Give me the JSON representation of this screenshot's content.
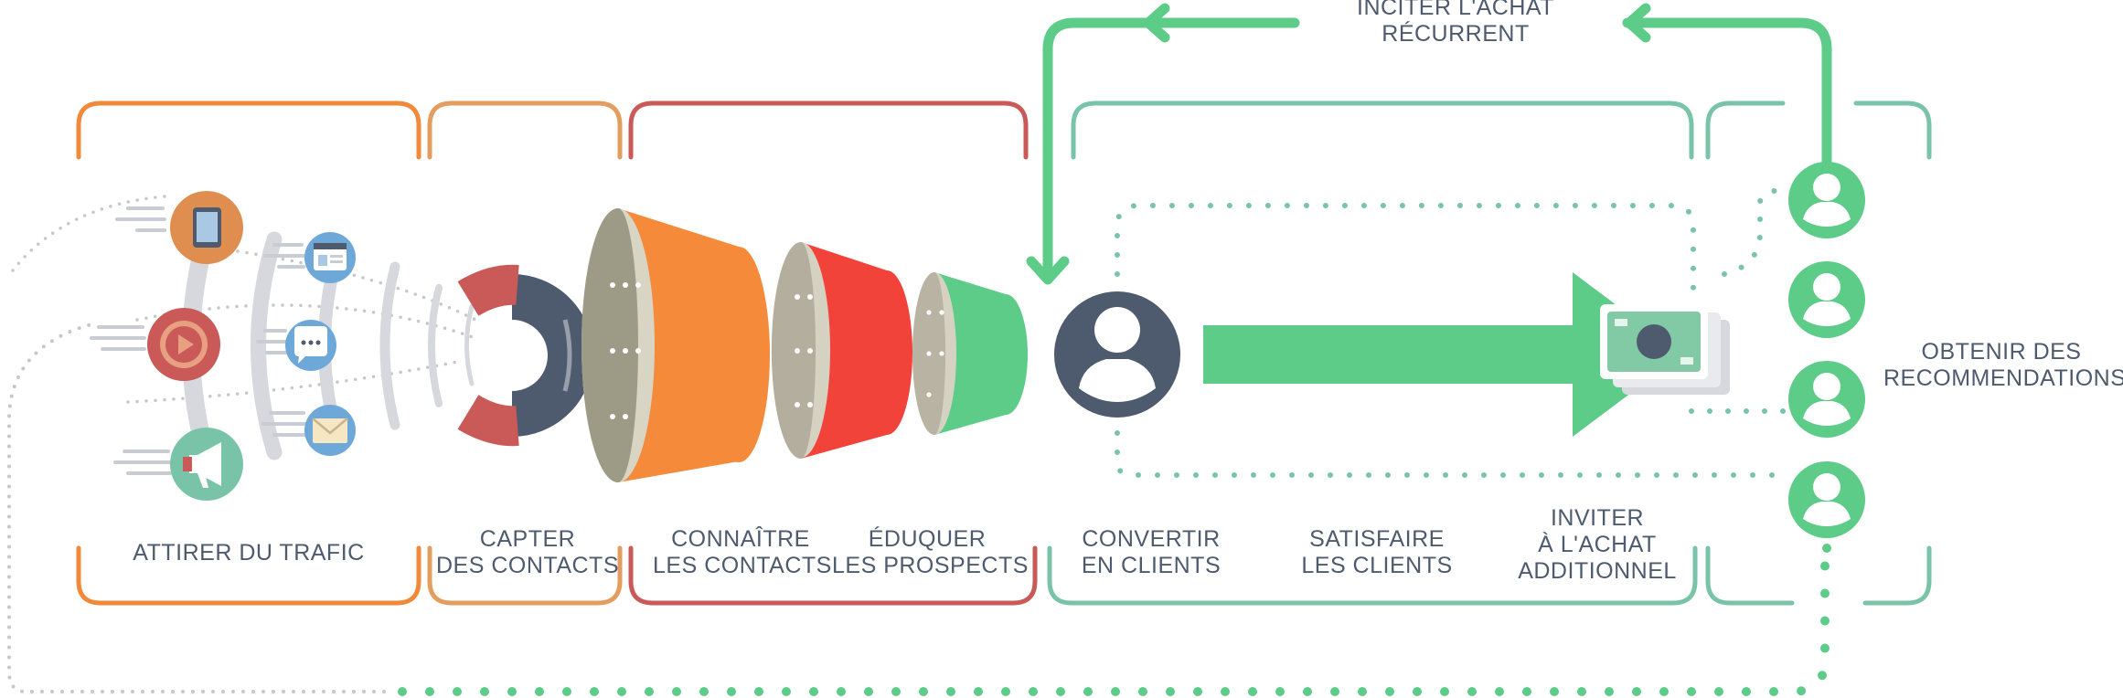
{
  "colors": {
    "orange": "#f0893a",
    "light_orange": "#e39d5e",
    "red": "#c95a57",
    "teal": "#79c4a8",
    "green": "#5dcc88",
    "slate": "#4e5a6e",
    "grey": "#c9ccd2"
  },
  "labels": {
    "attirer": {
      "line1": "ATTIRER DU TRAFIC"
    },
    "capter": {
      "line1": "CAPTER",
      "line2": "DES CONTACTS"
    },
    "connaitre": {
      "line1": "CONNAÎTRE",
      "line2": "LES CONTACTS"
    },
    "eduquer": {
      "line1": "ÉDUQUER",
      "line2": "LES PROSPECTS"
    },
    "convertir": {
      "line1": "CONVERTIR",
      "line2": "EN CLIENTS"
    },
    "satisfaire": {
      "line1": "SATISFAIRE",
      "line2": "LES CLIENTS"
    },
    "inviter": {
      "line1": "INVITER",
      "line2": "À L'ACHAT",
      "line3": "ADDITIONNEL"
    },
    "inciter": {
      "line1": "INCITER L'ACHAT",
      "line2": "RÉCURRENT"
    },
    "obtenir": {
      "line1": "OBTENIR DES",
      "line2": "RECOMMENDATIONS"
    }
  },
  "icons": {
    "traffic": [
      "tablet-icon",
      "browser-window-icon",
      "play-icon",
      "chat-bubble-icon",
      "envelope-icon",
      "megaphone-icon"
    ],
    "capture": "magnet-icon",
    "funnel": [
      "funnel-stage-large",
      "funnel-stage-medium",
      "funnel-stage-small"
    ],
    "customer": "customer-avatar-icon",
    "money": "banknote-icon",
    "referral_count": 4
  }
}
